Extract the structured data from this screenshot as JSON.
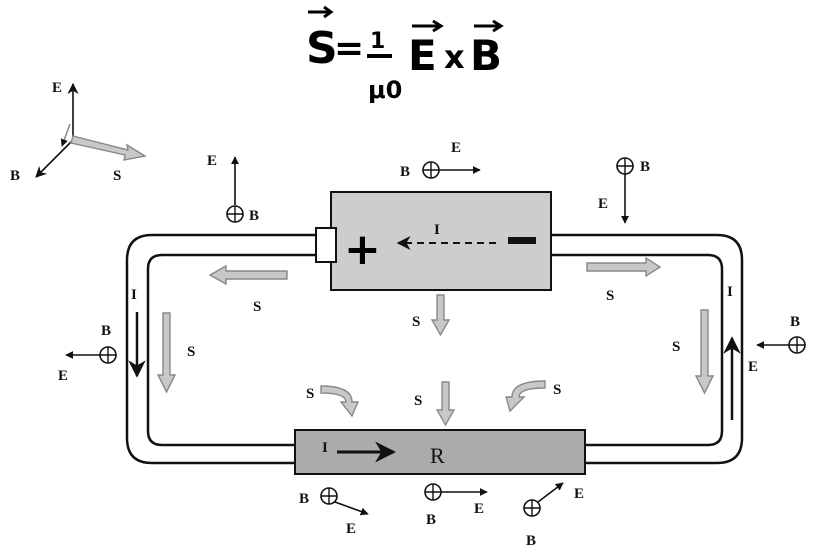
{
  "formula": {
    "lhs": "S",
    "equals": "=",
    "numerator": "1",
    "denominator": "μ0",
    "e": "E",
    "times": "x",
    "b": "B"
  },
  "triad": {
    "e": "E",
    "b": "B",
    "s": "S"
  },
  "battery": {
    "plus": "+",
    "minus": "−",
    "current": "I"
  },
  "resistor": {
    "label": "R",
    "current": "I"
  },
  "labels": {
    "top_left_e": "E",
    "top_left_b": "B",
    "top_mid_b": "B",
    "top_mid_e": "E",
    "top_right_b": "B",
    "top_right_e": "E",
    "s_left_top": "S",
    "s_right_top": "S",
    "s_mid_top": "S",
    "left_i": "I",
    "left_s": "S",
    "left_b": "B",
    "left_e": "E",
    "right_i": "I",
    "right_s": "S",
    "right_b": "B",
    "right_e": "E",
    "s_curve_left": "S",
    "s_mid_low": "S",
    "s_curve_right": "S",
    "bot1_b": "B",
    "bot1_e": "E",
    "bot2_b": "B",
    "bot2_e": "E",
    "bot3_b": "B",
    "bot3_e": "E"
  }
}
